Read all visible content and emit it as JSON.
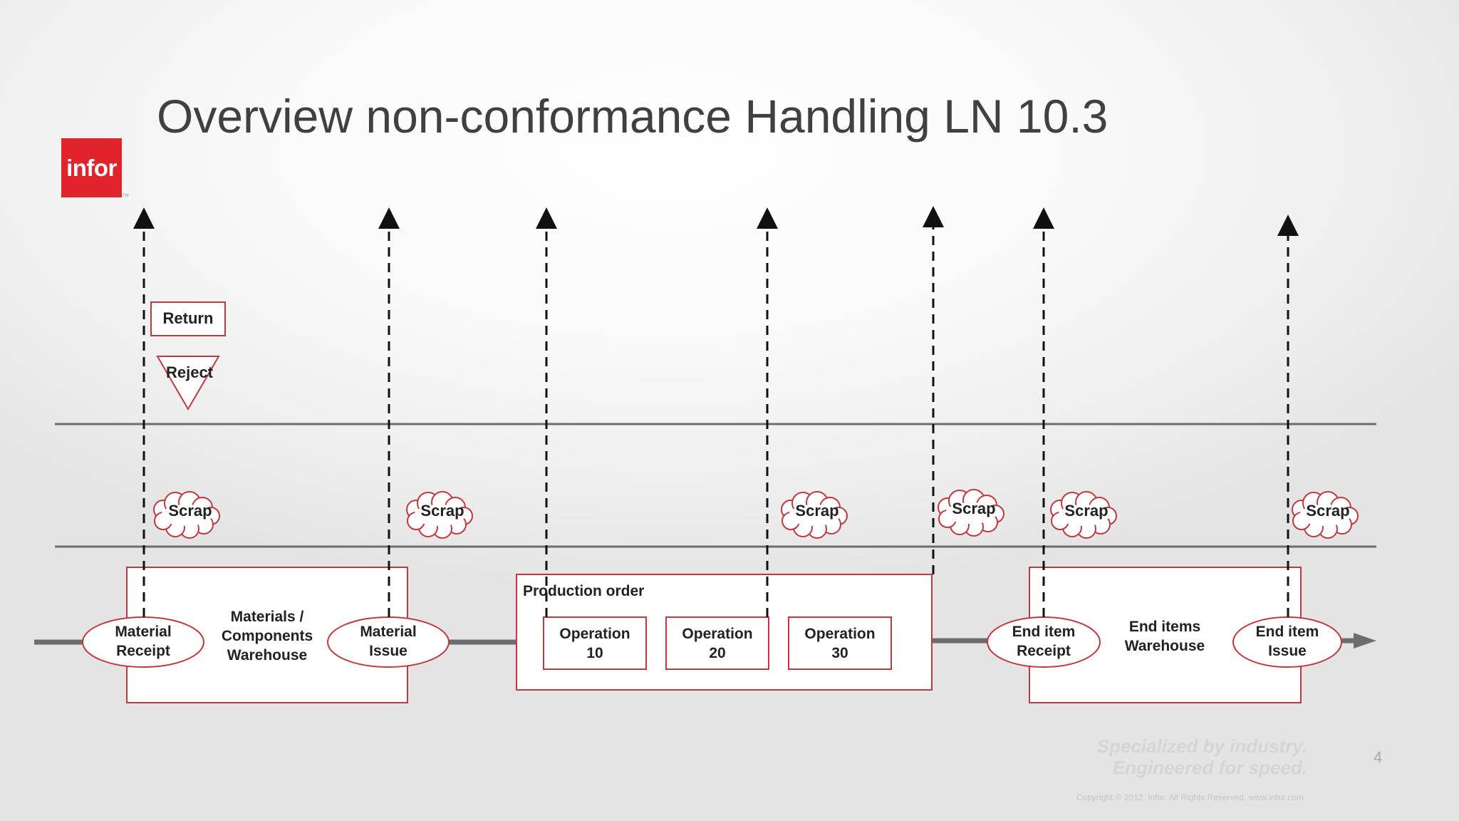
{
  "slide": {
    "title": "Overview non-conformance Handling LN 10.3",
    "logo_text": "infor",
    "logo_tm": "TM",
    "page_number": "4",
    "tagline_line1": "Specialized by industry.",
    "tagline_line2": "Engineered for speed.",
    "copyright": "Copyright © 2012. Infor. All Rights Reserved. www.infor.com"
  },
  "diagram": {
    "groups": {
      "materials_warehouse": "Materials / Components Warehouse",
      "production_order": "Production order",
      "end_items_warehouse": "End items Warehouse"
    },
    "nodes": {
      "material_receipt": "Material Receipt",
      "material_issue": "Material Issue",
      "end_item_receipt": "End item Receipt",
      "end_item_issue": "End item Issue"
    },
    "operations": [
      {
        "label": "Operation",
        "number": "10"
      },
      {
        "label": "Operation",
        "number": "20"
      },
      {
        "label": "Operation",
        "number": "30"
      }
    ],
    "actions": {
      "return": "Return",
      "reject": "Reject",
      "scrap": "Scrap"
    }
  },
  "colors": {
    "accent_red": "#c0393f",
    "logo_red": "#e1242c",
    "line_gray": "#6d6d6d",
    "title_gray": "#404040"
  }
}
